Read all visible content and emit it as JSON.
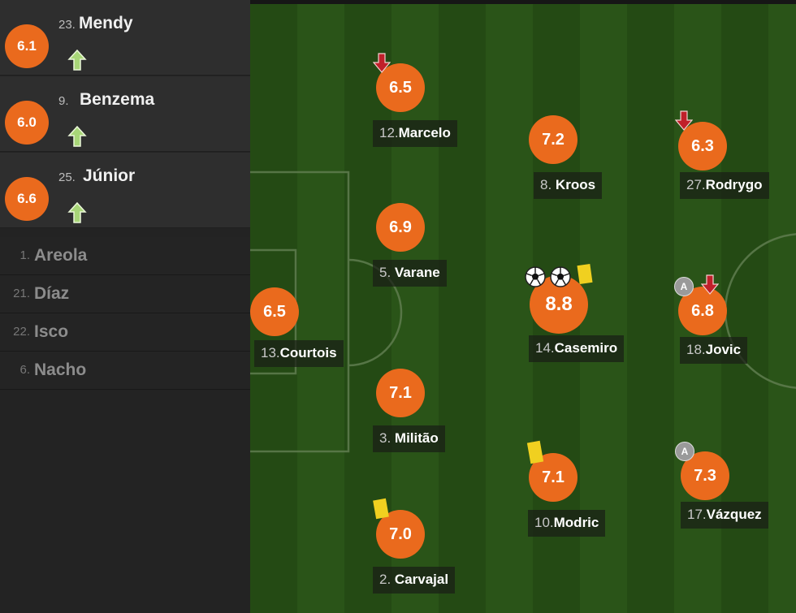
{
  "colors": {
    "rating_badge": "#ea6a1d",
    "pitch_dark": "#244a14",
    "pitch_light": "#2a5418",
    "sub_in_arrow": "#a8d678",
    "sub_out_arrow": "#c0202a",
    "yellow_card": "#f0d020"
  },
  "substitutes_used": [
    {
      "rating": "6.1",
      "number": "23.",
      "name": "Mendy",
      "icon": "sub-in-arrow-icon"
    },
    {
      "rating": "6.0",
      "number": "9.",
      "name": "Benzema",
      "icon": "sub-in-arrow-icon"
    },
    {
      "rating": "6.6",
      "number": "25.",
      "name": "Júnior",
      "icon": "sub-in-arrow-icon"
    }
  ],
  "bench": [
    {
      "number": "1.",
      "name": "Areola"
    },
    {
      "number": "21.",
      "name": "Díaz"
    },
    {
      "number": "22.",
      "name": "Isco"
    },
    {
      "number": "6.",
      "name": "Nacho"
    }
  ],
  "players": {
    "courtois": {
      "rating": "6.5",
      "number": "13.",
      "name": "Courtois"
    },
    "marcelo": {
      "rating": "6.5",
      "number": "12.",
      "name": "Marcelo",
      "icons": [
        "sub-out-arrow-icon"
      ]
    },
    "varane": {
      "rating": "6.9",
      "number": "5.",
      "name": "Varane"
    },
    "militao": {
      "rating": "7.1",
      "number": "3.",
      "name": "Militão"
    },
    "carvajal": {
      "rating": "7.0",
      "number": "2.",
      "name": "Carvajal",
      "icons": [
        "yellow-card-icon"
      ]
    },
    "kroos": {
      "rating": "7.2",
      "number": "8.",
      "name": "Kroos"
    },
    "casemiro": {
      "rating": "8.8",
      "number": "14.",
      "name": "Casemiro",
      "icons": [
        "goal-ball-icon",
        "goal-ball-icon",
        "yellow-card-icon"
      ]
    },
    "modric": {
      "rating": "7.1",
      "number": "10.",
      "name": "Modric",
      "icons": [
        "yellow-card-icon"
      ]
    },
    "rodrygo": {
      "rating": "6.3",
      "number": "27.",
      "name": "Rodrygo",
      "icons": [
        "sub-out-arrow-icon"
      ]
    },
    "jovic": {
      "rating": "6.8",
      "number": "18.",
      "name": "Jovic",
      "icons": [
        "assist-icon",
        "sub-out-arrow-icon"
      ],
      "assist_label": "A"
    },
    "vazquez": {
      "rating": "7.3",
      "number": "17.",
      "name": "Vázquez",
      "icons": [
        "assist-icon"
      ],
      "assist_label": "A"
    }
  }
}
